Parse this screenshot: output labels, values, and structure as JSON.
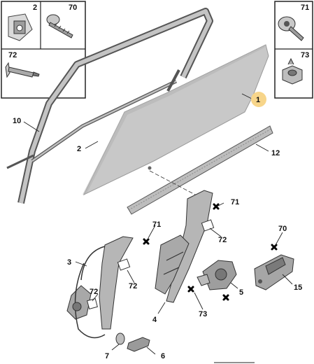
{
  "callouts": {
    "c1": "1",
    "c2": "2",
    "c3": "3",
    "c4": "4",
    "c5": "5",
    "c6": "6",
    "c7": "7",
    "c10": "10",
    "c12": "12",
    "c15": "15",
    "c71a": "71",
    "c71b": "71",
    "c72a": "72",
    "c72b": "72",
    "c72c": "72",
    "c73": "73",
    "c70": "70"
  },
  "legend": {
    "b2": "2",
    "b70": "70",
    "b72": "72",
    "b71": "71",
    "b73": "73"
  },
  "colors": {
    "glass_fill": "#c8c8c8",
    "glass_stroke": "#9a9a9a",
    "part_fill": "#b8b8b8",
    "part_dark": "#6e6e6e",
    "highlight_badge": "#f7d58a",
    "line": "#222222"
  }
}
